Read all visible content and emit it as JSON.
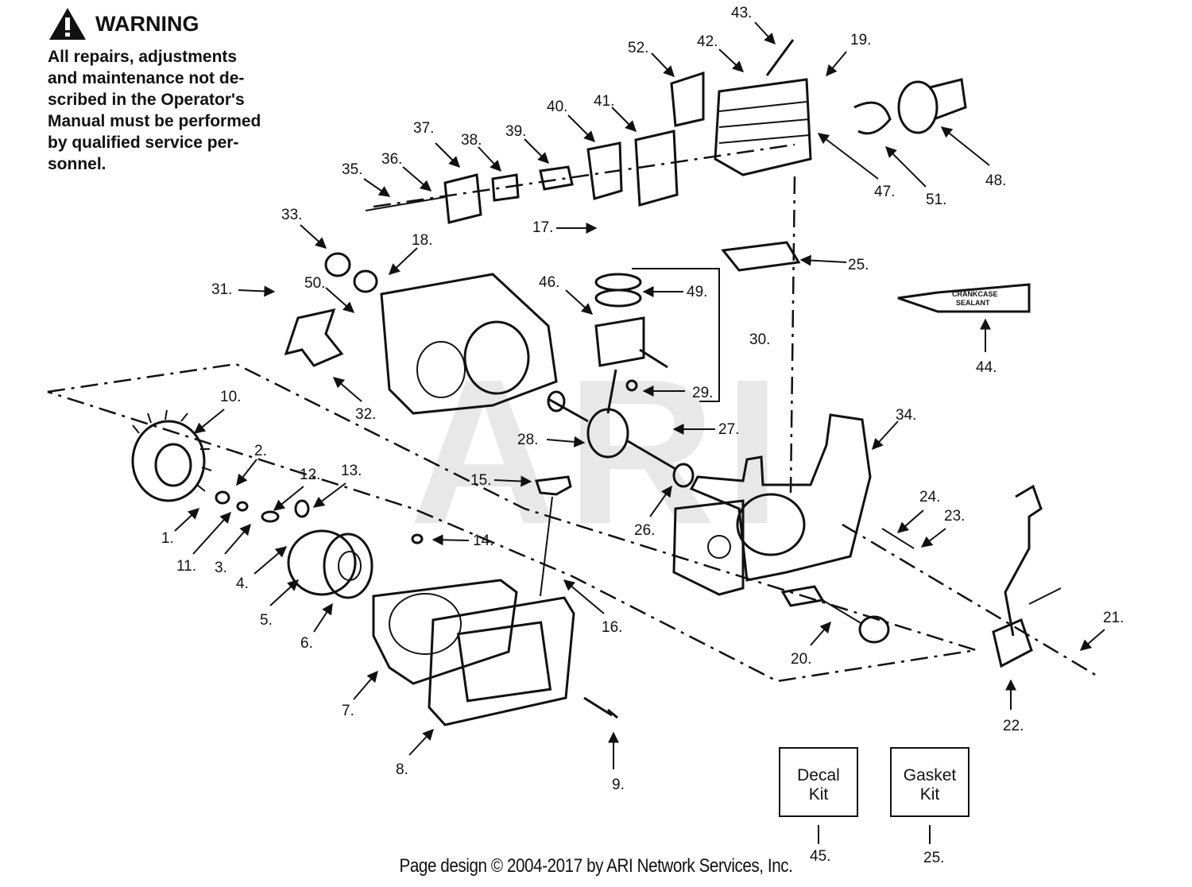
{
  "warning": {
    "title": "WARNING",
    "lines": [
      "All repairs, adjustments",
      "and maintenance not de-",
      "scribed in the Operator's",
      "Manual must be performed",
      "by qualified service per-",
      "sonnel."
    ]
  },
  "watermark": "ARI",
  "tube_label": [
    "CRANKCASE",
    "SEALANT"
  ],
  "kits": [
    {
      "line1": "Decal",
      "line2": "Kit",
      "callout": "45."
    },
    {
      "line1": "Gasket",
      "line2": "Kit",
      "callout": "25."
    }
  ],
  "callouts": {
    "c1": "1.",
    "c2": "2.",
    "c3": "3.",
    "c4": "4.",
    "c5": "5.",
    "c6": "6.",
    "c7": "7.",
    "c8": "8.",
    "c9": "9.",
    "c10": "10.",
    "c11": "11.",
    "c12": "12.",
    "c13": "13.",
    "c14": "14.",
    "c15": "15.",
    "c16": "16.",
    "c17": "17.",
    "c18": "18.",
    "c19": "19.",
    "c20": "20.",
    "c21": "21.",
    "c22": "22.",
    "c23": "23.",
    "c24": "24.",
    "c25": "25.",
    "c26": "26.",
    "c27": "27.",
    "c28": "28.",
    "c29": "29.",
    "c30": "30.",
    "c31": "31.",
    "c32": "32.",
    "c33": "33.",
    "c34": "34.",
    "c35": "35.",
    "c36": "36.",
    "c37": "37.",
    "c38": "38.",
    "c39": "39.",
    "c40": "40.",
    "c41": "41.",
    "c42": "42.",
    "c43": "43.",
    "c44": "44.",
    "c46": "46.",
    "c47": "47.",
    "c48": "48.",
    "c49": "49.",
    "c50": "50.",
    "c51": "51.",
    "c52": "52."
  },
  "footer": "Page design © 2004-2017 by ARI Network Services, Inc."
}
